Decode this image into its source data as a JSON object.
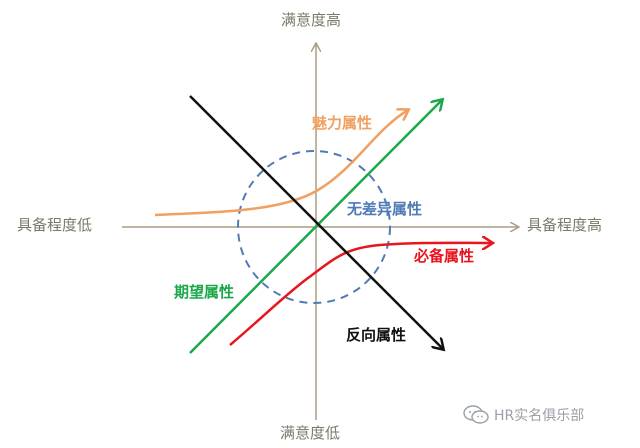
{
  "axes": {
    "top": "满意度高",
    "bottom": "满意度低",
    "left": "具备程度低",
    "right": "具备程度高"
  },
  "attributes": {
    "attractive": "魅力属性",
    "one_dimensional": "期望属性",
    "must_be": "必备属性",
    "indifferent": "无差异属性",
    "reverse": "反向属性"
  },
  "colors": {
    "axis": "#a89f80",
    "attractive": "#f0a060",
    "one_dimensional": "#1aa84a",
    "must_be": "#e8141e",
    "indifferent": "#4f7bb6",
    "reverse": "#111111"
  },
  "watermark": {
    "text": "HR实名俱乐部",
    "icon": "wechat-icon"
  }
}
